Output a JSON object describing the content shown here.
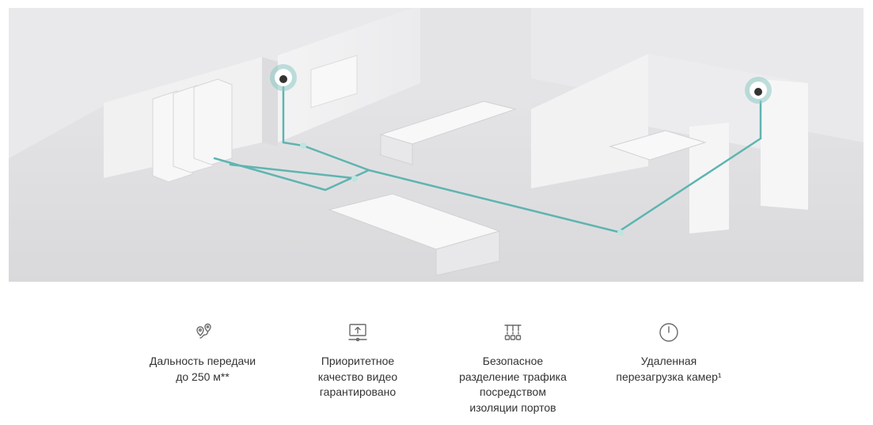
{
  "colors": {
    "accent_line": "#5fb4b0",
    "accent_glow": "#bfe4e1",
    "text": "#333333",
    "icon": "#6a6a6a"
  },
  "scene": {
    "image_name": "office-network-camera-illustration",
    "elements": [
      "server-racks",
      "dome-camera",
      "desk-clusters",
      "meeting-room",
      "network-cabling"
    ]
  },
  "features": [
    {
      "icon": "location-pins-icon",
      "label": "Дальность передачи\nдо 250 м**"
    },
    {
      "icon": "priority-monitor-icon",
      "label": "Приоритетное\nкачество видео\nгарантировано"
    },
    {
      "icon": "port-isolation-icon",
      "label": "Безопасное\nразделение трафика\nпосредством\nизоляции портов"
    },
    {
      "icon": "power-button-icon",
      "label": "Удаленная\nперезагрузка камер¹"
    }
  ]
}
